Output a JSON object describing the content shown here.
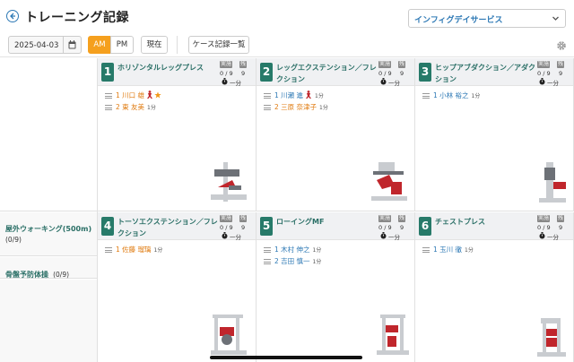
{
  "header": {
    "title": "トレーニング記録",
    "facility": "インフィグデイサービス"
  },
  "toolbar": {
    "date": "2025-04-03",
    "am_label": "AM",
    "pm_label": "PM",
    "now_label": "現在",
    "case_list_label": "ケース記録一覧"
  },
  "left": {
    "items": [
      {
        "name": "屋外ウォーキング(500m)",
        "count": "(0/9)"
      },
      {
        "name": "骨盤予防体操",
        "count": "(0/9)"
      }
    ]
  },
  "stats_labels": {
    "done": "実施",
    "remaining": "残",
    "time_unit": "一分"
  },
  "cards": [
    {
      "num": "1",
      "title": "ホリゾンタルレッグプレス",
      "done": "0 / 9",
      "remain": "9",
      "members": [
        {
          "text": "1 川口 雄",
          "dur": "",
          "color": "orange",
          "icons": true
        },
        {
          "text": "2 東 友美",
          "dur": "1分",
          "color": "orange",
          "icons": false
        }
      ]
    },
    {
      "num": "2",
      "title": "レッグエクステンション／フレクション",
      "done": "0 / 9",
      "remain": "9",
      "members": [
        {
          "text": "1 川瀬 進",
          "dur": "1分",
          "color": "blue",
          "icons": true
        },
        {
          "text": "2 三原 奈津子",
          "dur": "1分",
          "color": "orange",
          "icons": false
        }
      ]
    },
    {
      "num": "3",
      "title": "ヒップアブダクション／アダクション",
      "done": "0 / 9",
      "remain": "9",
      "members": [
        {
          "text": "1 小林 裕之",
          "dur": "1分",
          "color": "blue",
          "icons": false
        }
      ]
    },
    {
      "num": "4",
      "title": "トーソエクステンション／フレクション",
      "done": "0 / 9",
      "remain": "9",
      "members": [
        {
          "text": "1 佐藤 瑠璃",
          "dur": "1分",
          "color": "orange",
          "icons": false
        }
      ]
    },
    {
      "num": "5",
      "title": "ローイングMF",
      "done": "0 / 9",
      "remain": "9",
      "members": [
        {
          "text": "1 木村 伸之",
          "dur": "1分",
          "color": "blue",
          "icons": false
        },
        {
          "text": "2 吉田 慎一",
          "dur": "1分",
          "color": "blue",
          "icons": false
        }
      ]
    },
    {
      "num": "6",
      "title": "チェストプレス",
      "done": "0 / 9",
      "remain": "9",
      "members": [
        {
          "text": "1 玉川 徹",
          "dur": "1分",
          "color": "blue",
          "icons": false
        }
      ]
    }
  ],
  "colors": {
    "accent": "#277a69",
    "am_active": "#f5a01e",
    "link": "#2e79b5"
  }
}
